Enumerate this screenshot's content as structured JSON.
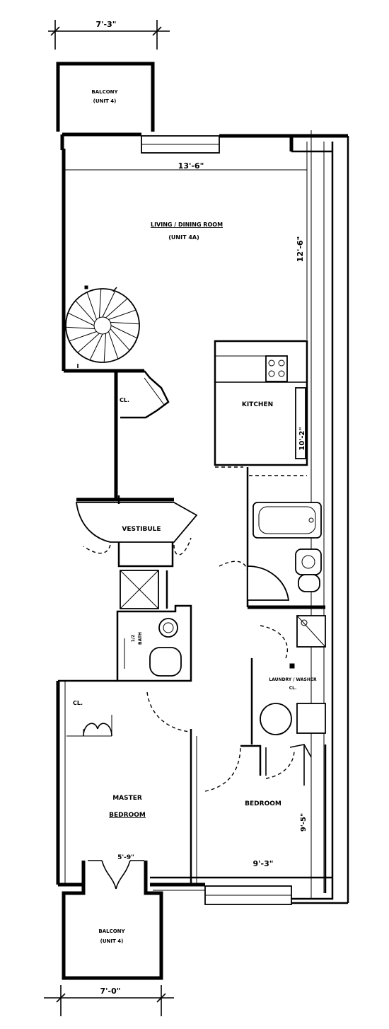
{
  "dimensions": {
    "top_balcony_width": "7'-3\"",
    "living_width": "13'-6\"",
    "living_depth": "12'-6\"",
    "kitchen_depth": "10'-2\"",
    "bedroom_width": "9'-3\"",
    "bedroom_depth": "9'-5\"",
    "bottom_balcony_opening": "5'-9\"",
    "bottom_balcony_width": "7'-0\""
  },
  "rooms": {
    "top_balcony": {
      "line1": "BALCONY",
      "line2": "(UNIT 4)"
    },
    "living": {
      "line1": "LIVING / DINING ROOM",
      "line2": "(UNIT 4A)"
    },
    "closet_top": "CL.",
    "kitchen": "KITCHEN",
    "vestibule": "VESTIBULE",
    "half_bath": {
      "line1": "1/2",
      "line2": "BATH"
    },
    "laundry": {
      "line1": "LAUNDRY / WASHER",
      "line2": "CL."
    },
    "closet_master": "CL.",
    "master_bedroom": {
      "line1": "MASTER",
      "line2": "BEDROOM"
    },
    "bedroom": "BEDROOM",
    "bottom_balcony": {
      "line1": "BALCONY",
      "line2": "(UNIT 4)"
    }
  }
}
